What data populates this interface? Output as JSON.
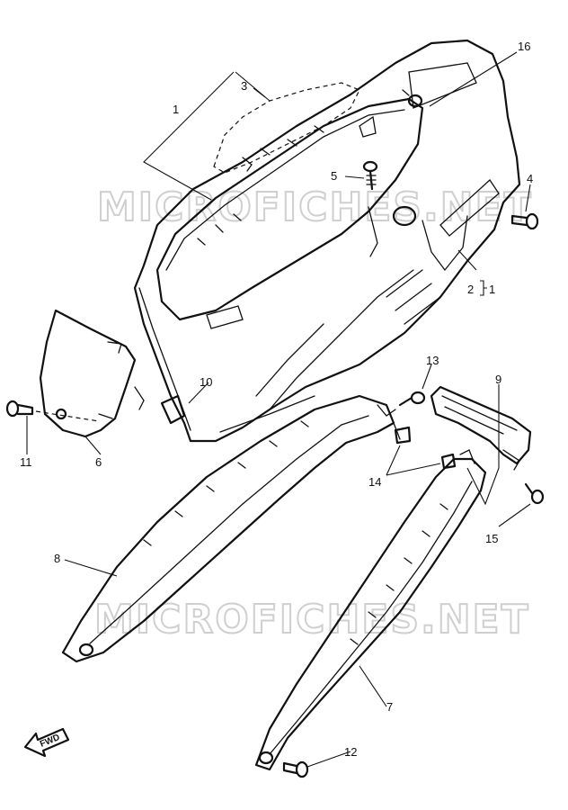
{
  "watermark": {
    "top": "MICROFICHES.NET",
    "bottom": "MICROFICHES.NET"
  },
  "fwd_label": "FWD",
  "callouts": [
    {
      "id": "c1a",
      "text": "1"
    },
    {
      "id": "c1b",
      "text": "1"
    },
    {
      "id": "c2",
      "text": "2"
    },
    {
      "id": "c3",
      "text": "3"
    },
    {
      "id": "c4",
      "text": "4"
    },
    {
      "id": "c5",
      "text": "5"
    },
    {
      "id": "c6",
      "text": "6"
    },
    {
      "id": "c7",
      "text": "7"
    },
    {
      "id": "c8",
      "text": "8"
    },
    {
      "id": "c9",
      "text": "9"
    },
    {
      "id": "c10",
      "text": "10"
    },
    {
      "id": "c11",
      "text": "11"
    },
    {
      "id": "c12",
      "text": "12"
    },
    {
      "id": "c13",
      "text": "13"
    },
    {
      "id": "c14",
      "text": "14"
    },
    {
      "id": "c15",
      "text": "15"
    },
    {
      "id": "c16",
      "text": "16"
    }
  ]
}
